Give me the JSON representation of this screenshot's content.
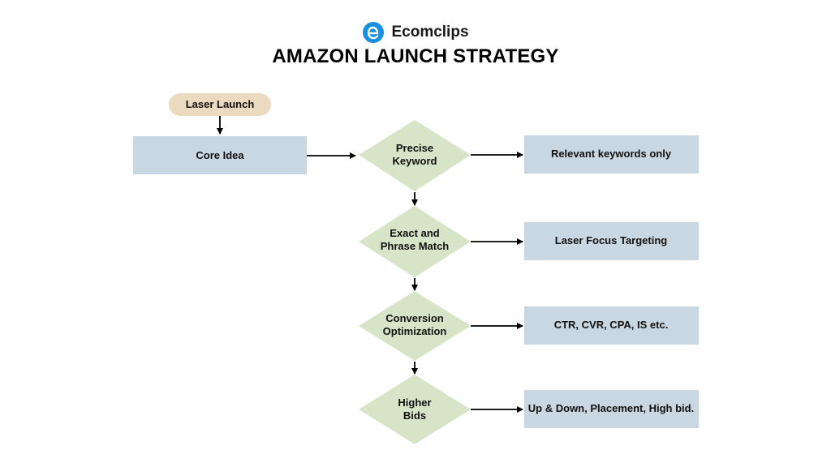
{
  "brand": {
    "name": "Ecomclips",
    "logo_icon": "ecomclips-e-logo-icon",
    "logo_color": "#1a8fe0"
  },
  "title": "AMAZON LAUNCH STRATEGY",
  "colors": {
    "box": "#c9d7e3",
    "diamond": "#d7e4c8",
    "pill": "#ebd9c0",
    "arrow": "#000000"
  },
  "nodes": {
    "start": {
      "label": "Laser Launch"
    },
    "core": {
      "label": "Core Idea"
    },
    "steps": [
      {
        "line1": "Precise",
        "line2": "Keyword",
        "result": "Relevant keywords only"
      },
      {
        "line1": "Exact and",
        "line2": "Phrase Match",
        "result": "Laser Focus Targeting"
      },
      {
        "line1": "Conversion",
        "line2": "Optimization",
        "result": "CTR, CVR, CPA, IS etc."
      },
      {
        "line1": "Higher",
        "line2": "Bids",
        "result": "Up & Down, Placement, High bid."
      }
    ]
  }
}
